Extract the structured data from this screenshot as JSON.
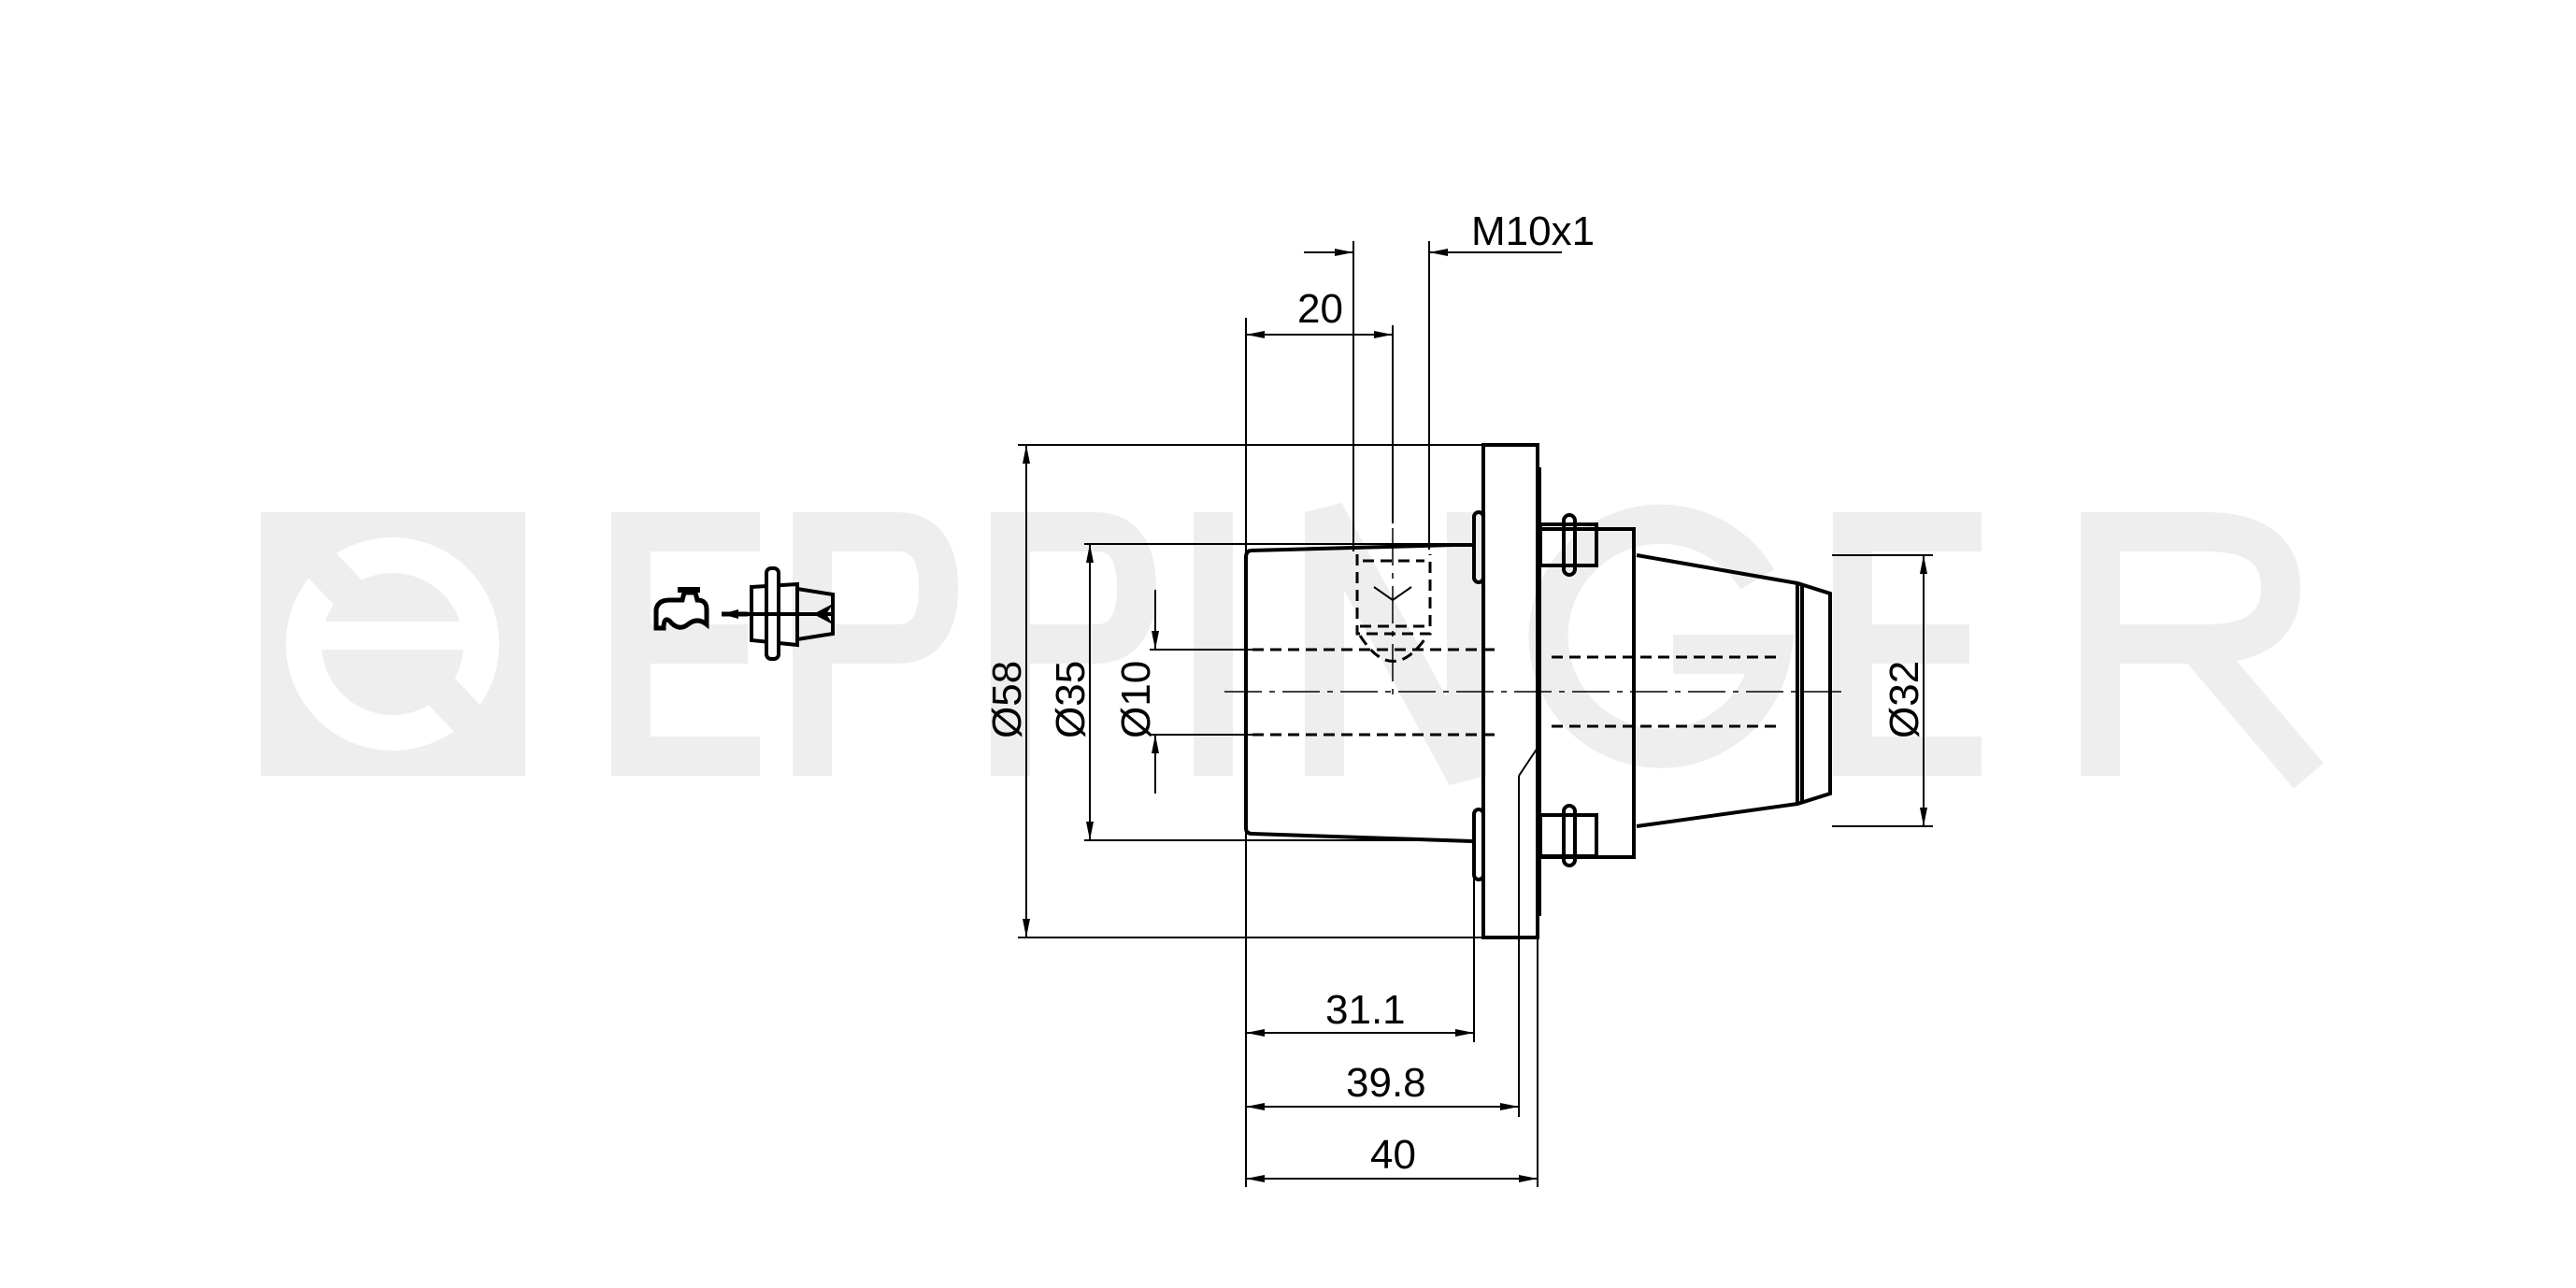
{
  "watermark": {
    "brand": "EPPINGER",
    "color": "#eeeeee"
  },
  "icons": {
    "coolant": "coolant-supply-icon",
    "faucet": "water-tap-icon",
    "tool": "tool-holder-icon"
  },
  "dimensions": {
    "thread": "M10x1",
    "d20": "20",
    "dia58": "Ø58",
    "dia35": "Ø35",
    "dia10": "Ø10",
    "dia32": "Ø32",
    "len31": "31.1",
    "len39": "39.8",
    "len40": "40"
  }
}
